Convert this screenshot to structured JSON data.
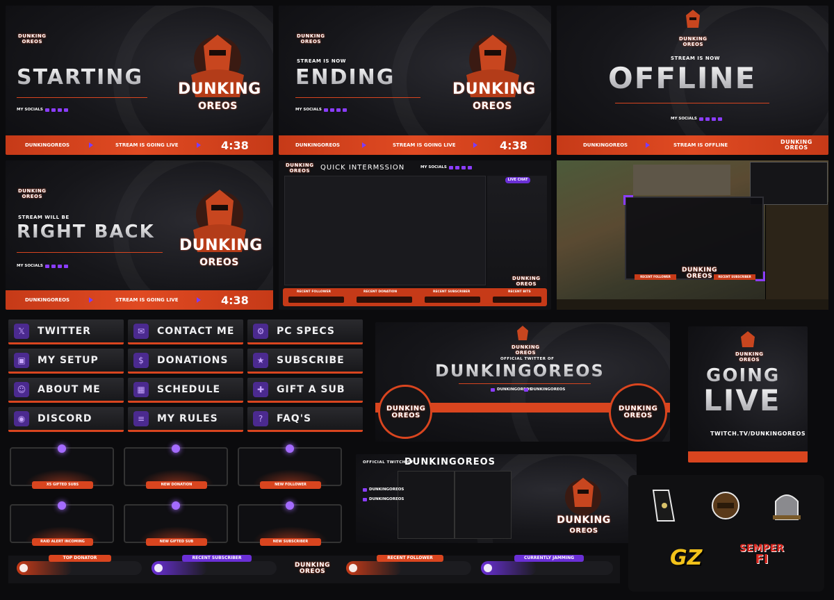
{
  "brand": {
    "line1": "DUNKING",
    "line2": "OREOS"
  },
  "colors": {
    "accent": "#d9451f",
    "purple": "#8b3dff",
    "bg": "#0b0b0d"
  },
  "socials_label": "MY SOCIALS",
  "starting": {
    "title": "STARTING",
    "bar_name": "DUNKINGOREOS",
    "bar_status": "STREAM IS GOING LIVE",
    "timer": "4:38"
  },
  "ending": {
    "prefix": "STREAM IS NOW",
    "title": "ENDING",
    "bar_name": "DUNKINGOREOS",
    "bar_status": "STREAM IS GOING LIVE",
    "timer": "4:38"
  },
  "offline": {
    "prefix": "STREAM IS NOW",
    "title": "OFFLINE",
    "bar_name": "DUNKINGOREOS",
    "bar_status": "STREAM IS OFFLINE"
  },
  "brb": {
    "prefix": "STREAM WILL BE",
    "title": "RIGHT BACK",
    "bar_name": "DUNKINGOREOS",
    "bar_status": "STREAM IS GOING LIVE",
    "timer": "4:38"
  },
  "intermission": {
    "title": "QUICK INTERMSSION",
    "socials": "MY SOCIALS",
    "chat": "LIVE CHAT",
    "bottom": [
      "RECENT FOLLOWER",
      "RECENT DONATION",
      "RECENT SUBSCRIBER",
      "RECENT BITS"
    ]
  },
  "panels": [
    {
      "label": "TWITTER",
      "icon": "x-icon",
      "glyph": "𝕏"
    },
    {
      "label": "CONTACT ME",
      "icon": "mail-icon",
      "glyph": "✉"
    },
    {
      "label": "PC SPECS",
      "icon": "gear-icon",
      "glyph": "⚙"
    },
    {
      "label": "MY SETUP",
      "icon": "monitor-icon",
      "glyph": "▣"
    },
    {
      "label": "DONATIONS",
      "icon": "coins-icon",
      "glyph": "$"
    },
    {
      "label": "SUBSCRIBE",
      "icon": "star-icon",
      "glyph": "★"
    },
    {
      "label": "ABOUT ME",
      "icon": "user-icon",
      "glyph": "☺"
    },
    {
      "label": "SCHEDULE",
      "icon": "calendar-icon",
      "glyph": "▦"
    },
    {
      "label": "GIFT A SUB",
      "icon": "gift-icon",
      "glyph": "✚"
    },
    {
      "label": "DISCORD",
      "icon": "discord-icon",
      "glyph": "◉"
    },
    {
      "label": "MY RULES",
      "icon": "rules-icon",
      "glyph": "≡"
    },
    {
      "label": "FAQ'S",
      "icon": "question-icon",
      "glyph": "?"
    }
  ],
  "twitter_banner": {
    "prefix": "OFFICIAL TWITTER OF",
    "name": "DUNKINGOREOS",
    "handle1": "DUNKINGOREOS",
    "handle2": "DUNKINGOREOS"
  },
  "going_live": {
    "line1": "GOING",
    "line2": "LIVE",
    "url": "TWITCH.TV/DUNKINGOREOS"
  },
  "alerts": [
    "X5 GIFTED SUBS",
    "NEW DONATION",
    "NEW FOLLOWER",
    "RAID ALERT INCOMING",
    "NEW GIFTED SUB",
    "NEW SUBSCRIBER"
  ],
  "twitch_banner": {
    "prefix": "OFFICIAL TWITCH OF",
    "name": "DUNKINGOREOS",
    "handle1": "DUNKINGOREOS",
    "handle2": "DUNKINGOREOS"
  },
  "gameplay": {
    "labels": [
      "RECENT FOLLOWER",
      "RECENT SUBSCRIBER"
    ]
  },
  "labels_bar": [
    "TOP DONATOR",
    "RECENT SUBSCRIBER",
    "RECENT FOLLOWER",
    "CURRENTLY JAMMING"
  ],
  "emotes": {
    "gz": "GZ",
    "semper1": "SEMPER",
    "semper2": "FI"
  }
}
